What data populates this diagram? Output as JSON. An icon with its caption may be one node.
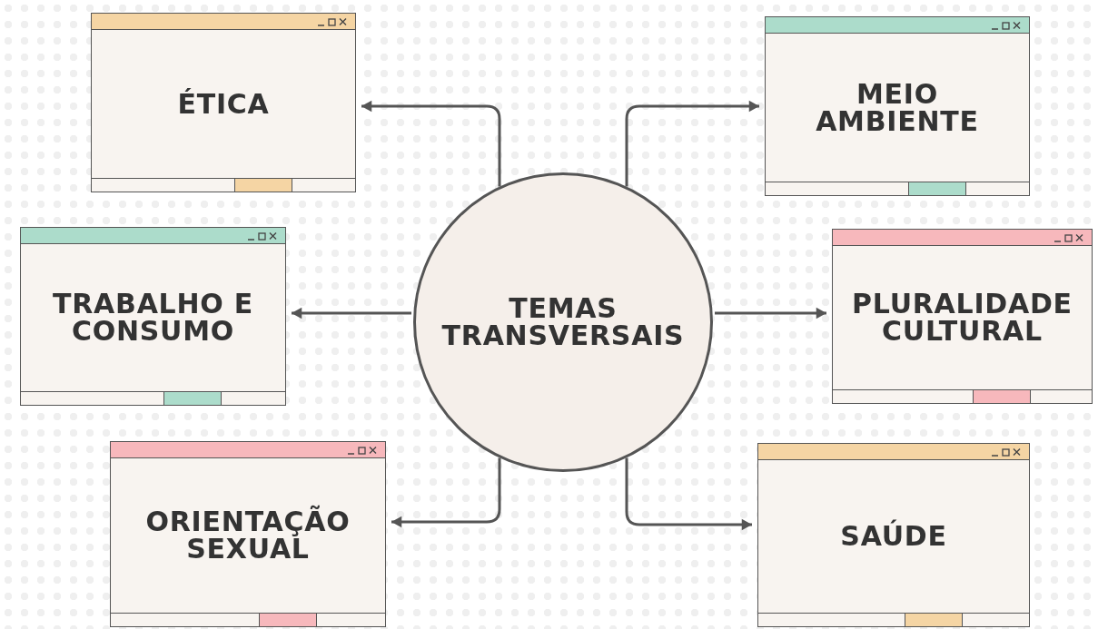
{
  "diagram": {
    "nodes": [
      {
        "text": [
          "TEMAS TRANSVERSAIS"
        ]
      },
      {
        "text": [
          "ÉTICA"
        ]
      },
      {
        "text": [
          "MEIO AMBIENTE"
        ]
      },
      {
        "text": [
          "TRABALHO E CONSUMO"
        ]
      },
      {
        "text": [
          "PLURALIDADE CULTURAL"
        ]
      },
      {
        "text": [
          "ORIENTAÇÃO SEXUAL"
        ]
      },
      {
        "text": [
          "SAÚDE"
        ]
      }
    ],
    "edges": [
      {
        "from": 0,
        "to": 1,
        "arrow": "to"
      },
      {
        "from": 0,
        "to": 2,
        "arrow": "to"
      },
      {
        "from": 0,
        "to": 3,
        "arrow": "to"
      },
      {
        "from": 0,
        "to": 4,
        "arrow": "to"
      },
      {
        "from": 0,
        "to": 5,
        "arrow": "to"
      },
      {
        "from": 0,
        "to": 6,
        "arrow": "to"
      }
    ]
  }
}
